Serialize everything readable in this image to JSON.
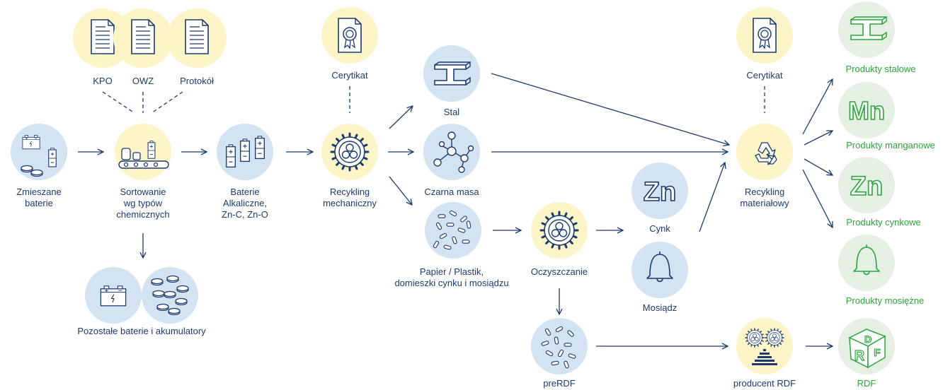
{
  "documents": {
    "kpo": "KPO",
    "owz": "OWZ",
    "protocol": "Protokół"
  },
  "nodes": {
    "mixed_batteries": [
      "Zmieszane",
      "baterie"
    ],
    "sorting": [
      "Sortowanie",
      "wg typów",
      "chemicznych"
    ],
    "alkaline": [
      "Baterie",
      "Alkaliczne,",
      "Zn-C, Zn-O"
    ],
    "remaining": "Pozostałe baterie i akumulatory",
    "certificate_1": "Cerytikat",
    "mech_recycling": [
      "Recykling",
      "mechaniczny"
    ],
    "steel": "Stal",
    "black_mass": "Czarna masa",
    "paper_plastic": [
      "Papier / Plastik,",
      "domieszki cynku i mosiądzu"
    ],
    "cleaning": "Oczyszczanie",
    "prerdf": "preRDF",
    "zinc": "Cynk",
    "brass": "Mosiądz",
    "certificate_2": "Cerytikat",
    "material_recycling": [
      "Recykling",
      "materiałowy"
    ],
    "rdf_producer": "producent RDF"
  },
  "products": {
    "steel": "Produkty stalowe",
    "manganese": "Produkty manganowe",
    "zinc": "Produkty cynkowe",
    "brass": "Produkty mosiężne",
    "rdf": "RDF"
  },
  "symbols": {
    "mn": "Mn",
    "zn": "Zn",
    "cube": [
      "R",
      "D",
      "F"
    ]
  },
  "colors": {
    "navy": "#1d3a6e",
    "blue_circle": "#d3e3f1",
    "yellow_circle": "#fbf5c7",
    "green": "#2aa53a",
    "green_circle": "#e6efe3"
  }
}
